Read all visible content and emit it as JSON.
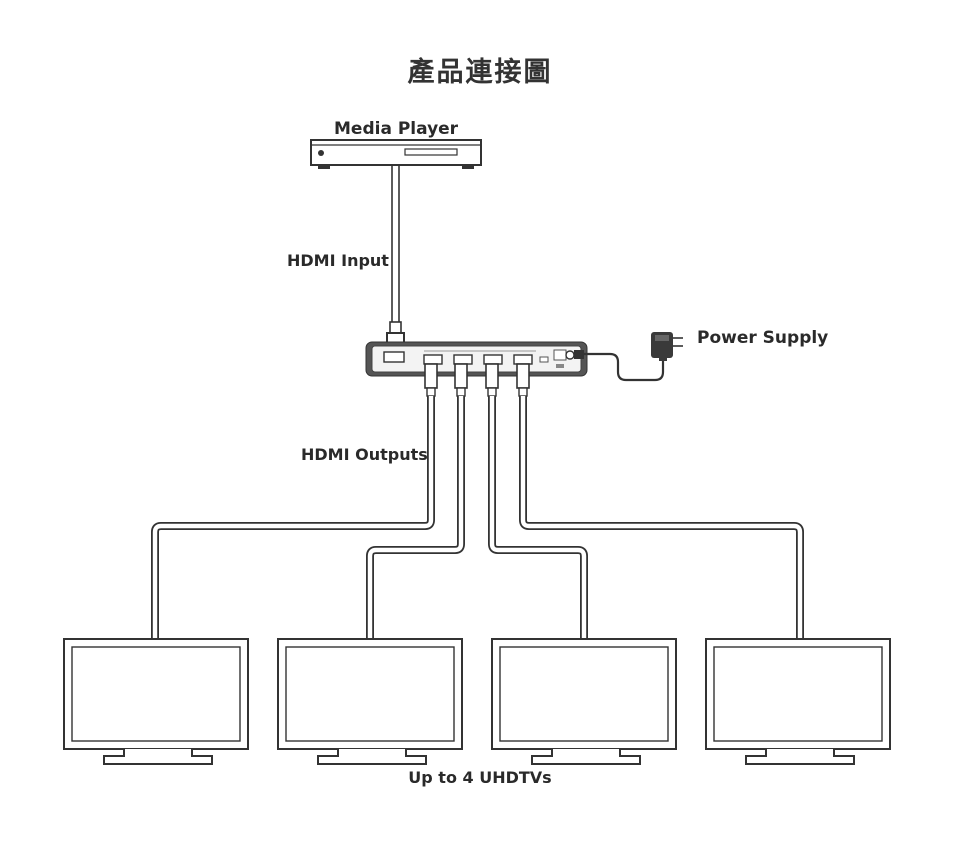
{
  "title": "產品連接圖",
  "labels": {
    "media_player": "Media Player",
    "hdmi_input": "HDMI Input",
    "power_supply": "Power Supply",
    "hdmi_outputs": "HDMI Outputs",
    "displays": "Up to 4 UHDTVs"
  },
  "display_count": 4,
  "output_port_count": 4,
  "colors": {
    "line": "#333333",
    "cable_fill": "#ffffff",
    "splitter_body": "#555555",
    "splitter_face": "#f3f3f3",
    "screen_fill": "#ffffff"
  }
}
